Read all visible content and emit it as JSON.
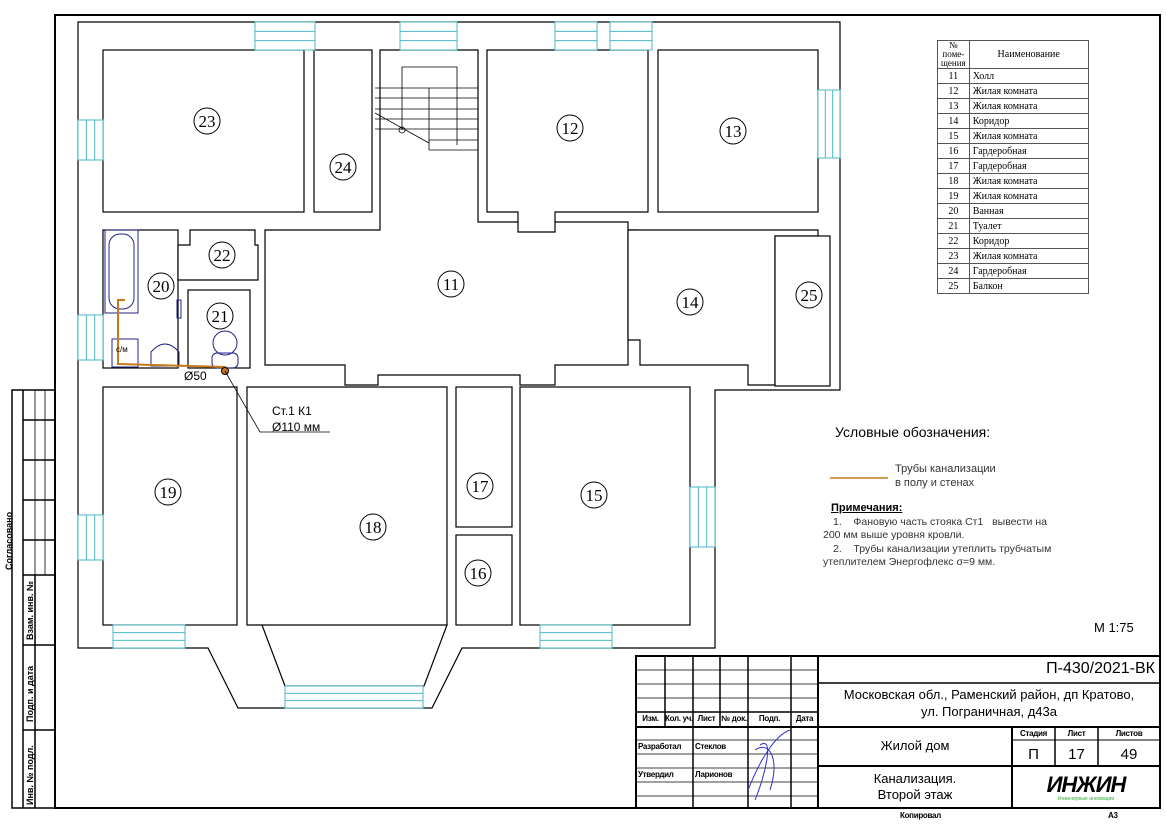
{
  "rooms_table": {
    "header": {
      "number": "№ поме-щения",
      "name": "Наименование"
    },
    "rows": [
      {
        "number": "11",
        "name": "Холл"
      },
      {
        "number": "12",
        "name": "Жилая комната"
      },
      {
        "number": "13",
        "name": "Жилая комната"
      },
      {
        "number": "14",
        "name": "Коридор"
      },
      {
        "number": "15",
        "name": "Жилая комната"
      },
      {
        "number": "16",
        "name": "Гардеробная"
      },
      {
        "number": "17",
        "name": "Гардеробная"
      },
      {
        "number": "18",
        "name": "Жилая комната"
      },
      {
        "number": "19",
        "name": "Жилая комната"
      },
      {
        "number": "20",
        "name": "Ванная"
      },
      {
        "number": "21",
        "name": "Туалет"
      },
      {
        "number": "22",
        "name": "Коридор"
      },
      {
        "number": "23",
        "name": "Жилая комната"
      },
      {
        "number": "24",
        "name": "Гардеробная"
      },
      {
        "number": "25",
        "name": "Балкон"
      }
    ]
  },
  "plan": {
    "riser_label": "Ст.1 К1",
    "riser_diameter": "Ø110 мм",
    "pipe_diameter": "Ø50",
    "washer_label": "с/м",
    "pipe_color": "#c87818",
    "window_color": "#4bb8c8"
  },
  "legend": {
    "title": "Условные обозначения:",
    "pipe_line1": "Трубы канализации",
    "pipe_line2": "в полу и стенах",
    "notes_title": "Примечания:",
    "note1_a": "1.    Фановую часть стояка Ст1   вывести на",
    "note1_b": "200 мм выше уровня кровли.",
    "note2_a": "2.    Трубы канализации утеплить трубчатым",
    "note2_b": "утеплителем Энергофлекс σ=9 мм."
  },
  "scale": "М 1:75",
  "side_stamp": {
    "agreed": "Согласовано",
    "vzam": "Взам. инв. №",
    "podp": "Подп. и дата",
    "inv": "Инв. № подл."
  },
  "title_block": {
    "code": "П-430/2021-ВК",
    "address_1": "Московская обл., Раменский район, дп Кратово,",
    "address_2": "ул. Пограничная, д43а",
    "headers": [
      "Изм.",
      "Кол. уч.",
      "Лист",
      "№ док.",
      "Подп.",
      "Дата"
    ],
    "developed_label": "Разработал",
    "developed_name": "Стеклов",
    "approved_label": "Утвердил",
    "approved_name": "Ларионов",
    "object": "Жилой дом",
    "stage_label": "Стадия",
    "sheet_label": "Лист",
    "sheets_label": "Листов",
    "stage": "П",
    "sheet": "17",
    "sheets": "49",
    "title_1": "Канализация.",
    "title_2": "Второй этаж",
    "logo": "ИНЖИН",
    "logo_sub": "Инженерные инновации",
    "copied": "Копировал",
    "format": "А3"
  }
}
